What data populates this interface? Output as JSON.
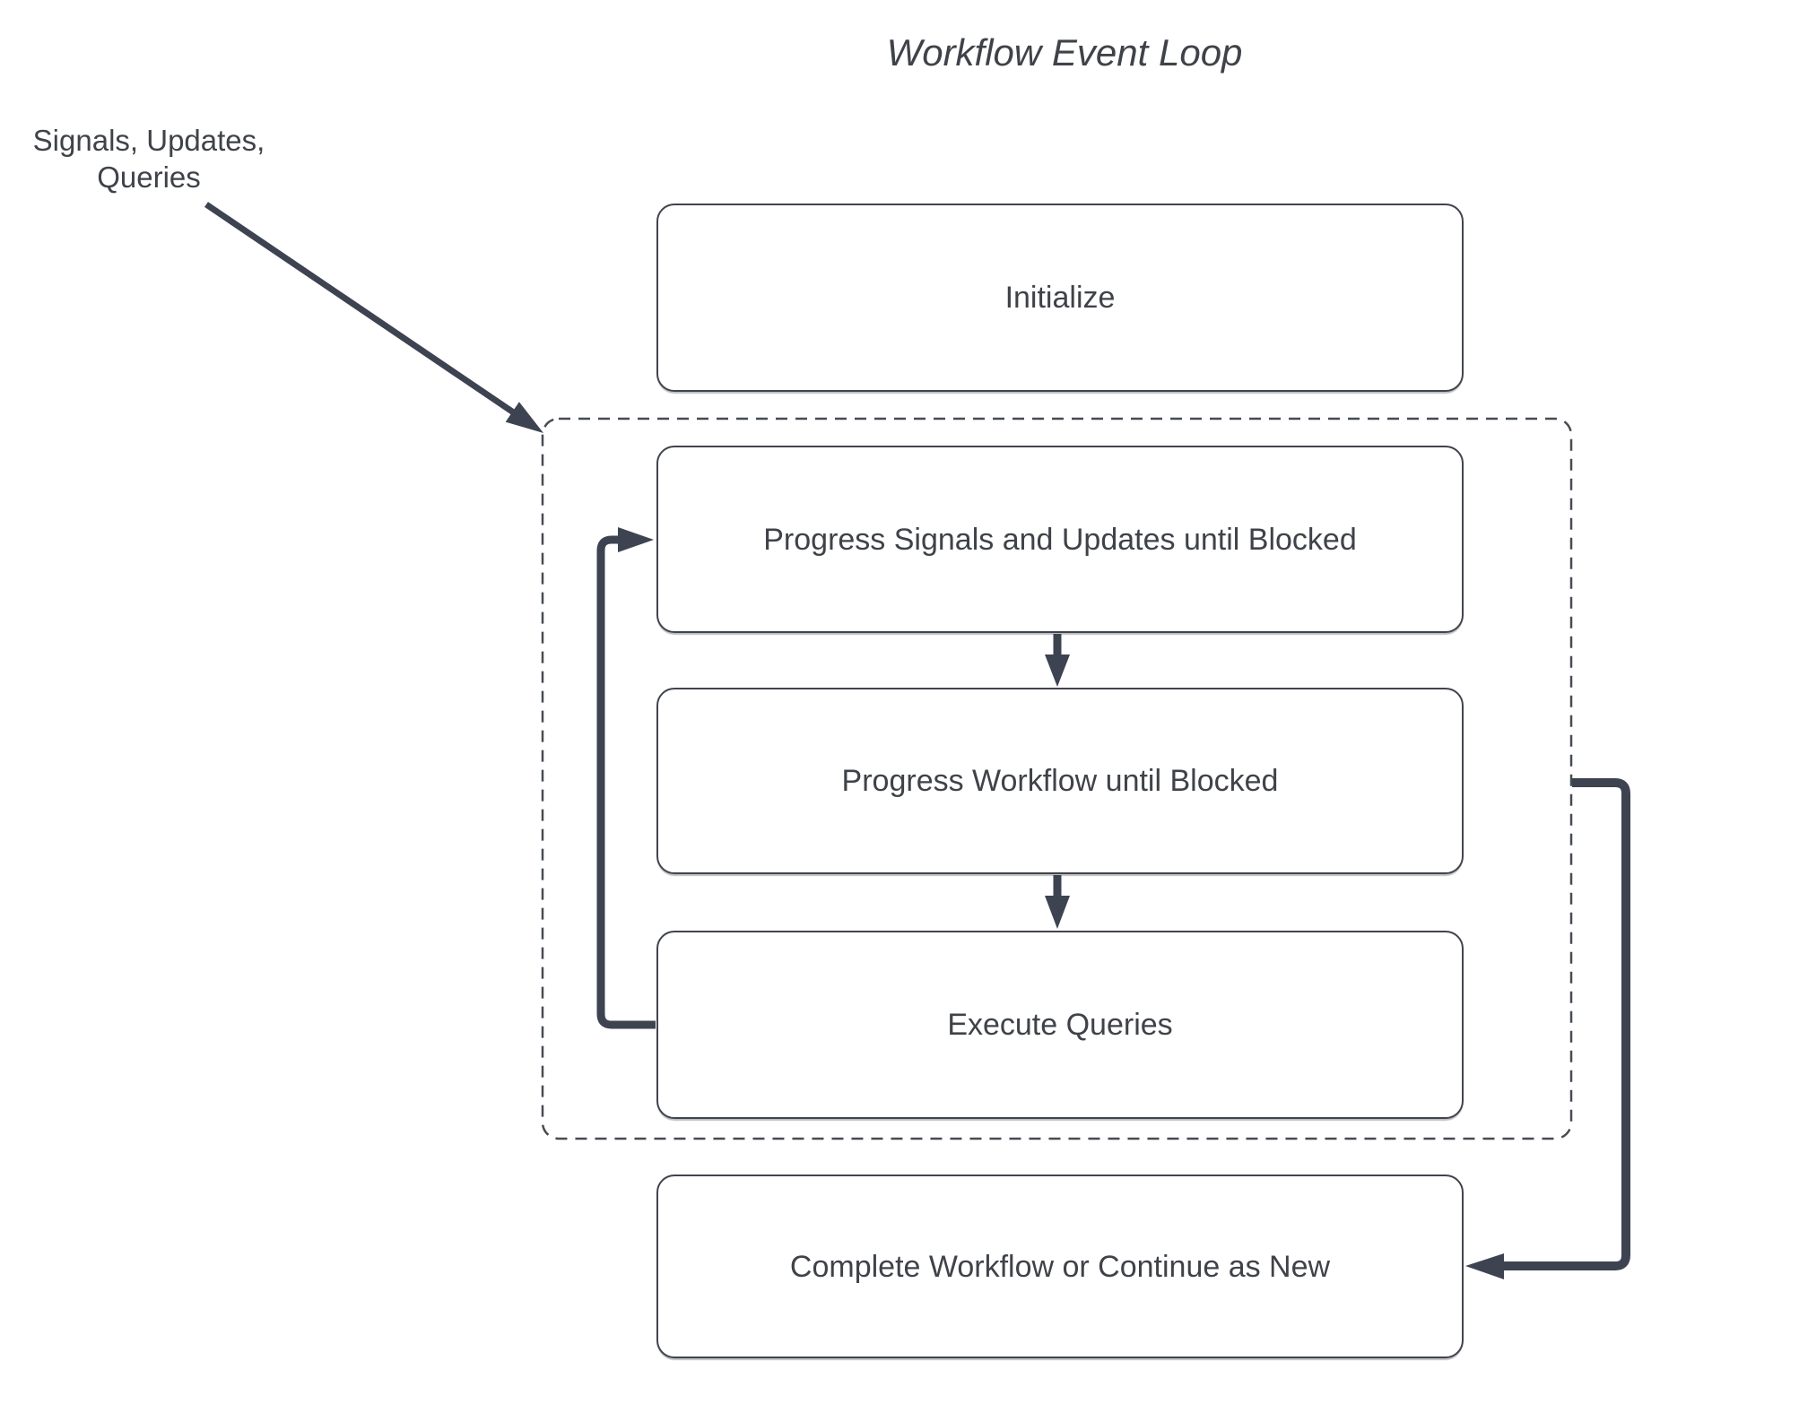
{
  "title": "Workflow Event Loop",
  "external_label": {
    "lines": [
      "Signals, Updates,",
      "Queries"
    ]
  },
  "nodes": [
    {
      "id": "initialize",
      "label": "Initialize"
    },
    {
      "id": "progress-signals",
      "label": "Progress Signals and Updates until Blocked"
    },
    {
      "id": "progress-workflow",
      "label": "Progress Workflow until Blocked"
    },
    {
      "id": "execute-queries",
      "label": "Execute Queries"
    },
    {
      "id": "complete-or-continue",
      "label": "Complete Workflow or Continue as New"
    }
  ],
  "group": {
    "id": "event-loop-group",
    "style": "dashed-rounded-rect",
    "contains": [
      "progress-signals",
      "progress-workflow",
      "execute-queries"
    ]
  },
  "edges": [
    {
      "from": "signals-updates-queries-label",
      "to": "event-loop-group",
      "type": "arrow"
    },
    {
      "from": "progress-signals",
      "to": "progress-workflow",
      "type": "arrow"
    },
    {
      "from": "progress-workflow",
      "to": "execute-queries",
      "type": "arrow"
    },
    {
      "from": "execute-queries",
      "to": "progress-signals",
      "type": "loop-back-arrow"
    },
    {
      "from": "event-loop-group",
      "to": "complete-or-continue",
      "type": "arrow"
    }
  ],
  "colors": {
    "background": "#ffffff",
    "node_fill": "#ffffff",
    "node_border": "#40444c",
    "group_dashed_border": "#474b53",
    "connector": "#3d4350",
    "text": "#3f4349"
  }
}
